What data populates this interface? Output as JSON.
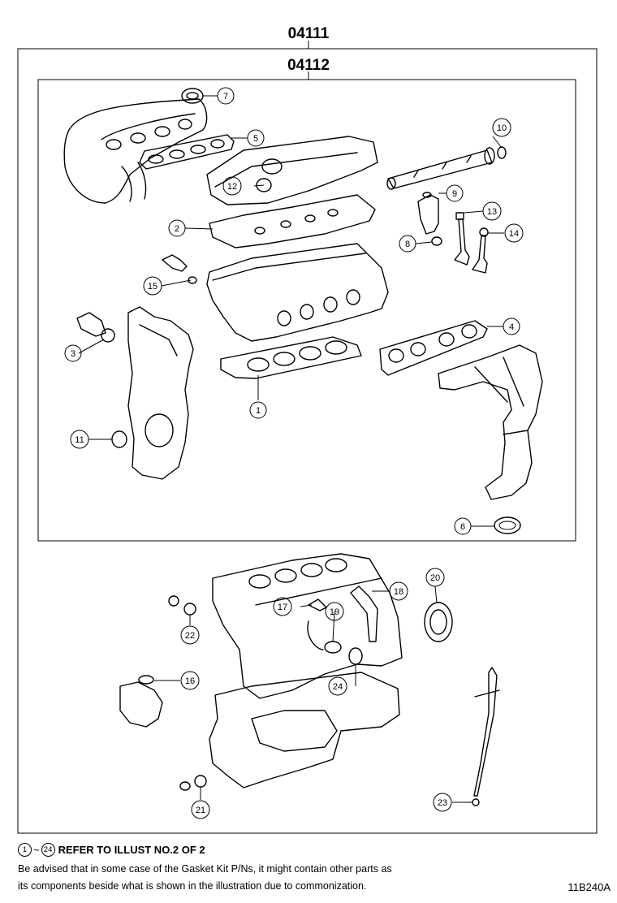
{
  "kits": {
    "outer_part_number": "04111",
    "inner_part_number": "04112"
  },
  "callouts": {
    "c1": "1",
    "c2": "2",
    "c3": "3",
    "c4": "4",
    "c5": "5",
    "c6": "6",
    "c7": "7",
    "c8": "8",
    "c9": "9",
    "c10": "10",
    "c11": "11",
    "c12": "12",
    "c13": "13",
    "c14": "14",
    "c15": "15",
    "c16": "16",
    "c17": "17",
    "c18": "18",
    "c19": "19",
    "c20": "20",
    "c21": "21",
    "c22": "22",
    "c23": "23",
    "c24": "24"
  },
  "footer": {
    "range_start": "1",
    "range_end": "24",
    "range_separator": "~",
    "refer_text": "REFER TO ILLUST NO.2 OF 2",
    "note_line1": "Be advised that in some case of the Gasket Kit P/Ns,  it might contain other parts as",
    "note_line2": "its components beside what is shown in the illustration due to commonization.",
    "illustration_code": "11B240A"
  }
}
